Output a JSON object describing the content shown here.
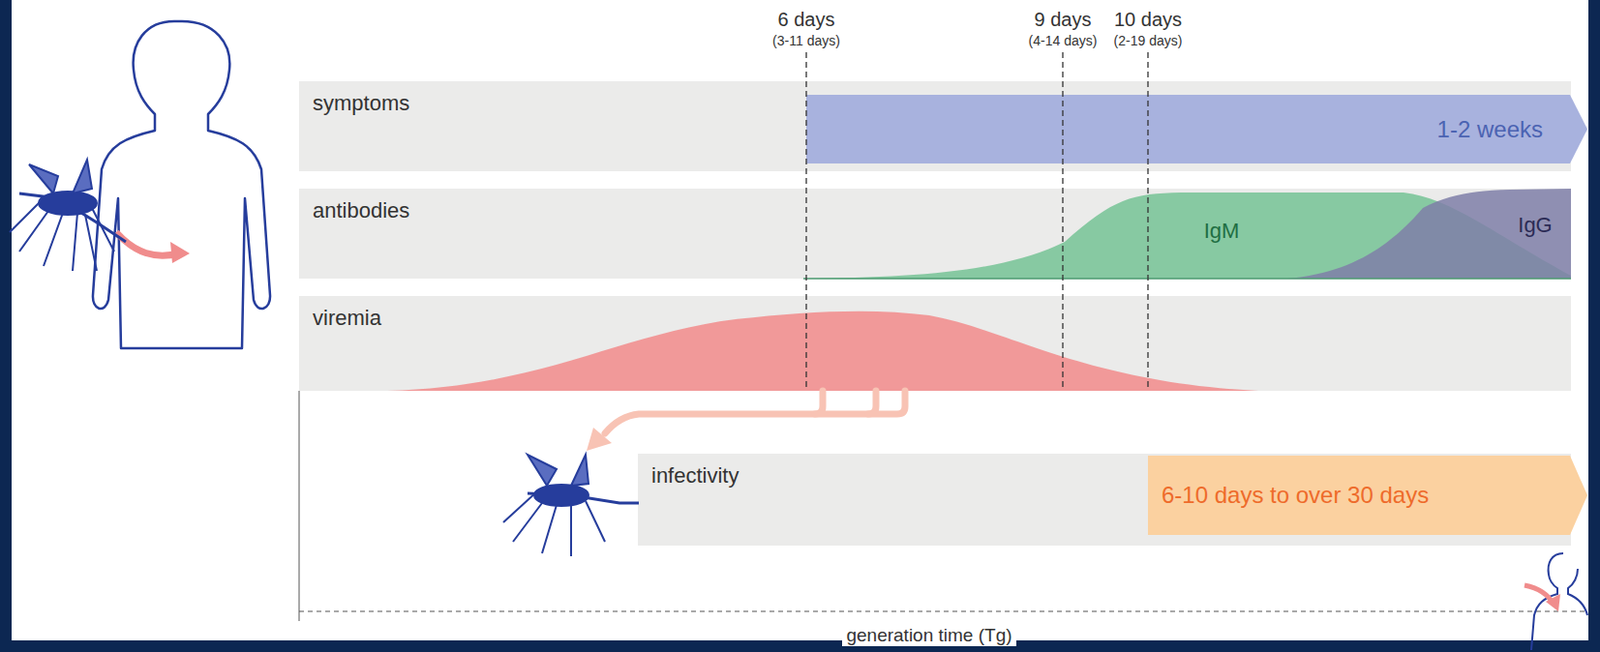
{
  "diagram": {
    "nodes": [
      {
        "text": [
          "symptoms"
        ]
      },
      {
        "text": [
          "1-2 weeks"
        ],
        "in": 0
      },
      {
        "text": [
          "antibodies"
        ]
      },
      {
        "text": [
          "viremia"
        ]
      },
      {
        "text": [
          "infectivity"
        ]
      },
      {
        "text": [
          "6-10 days to over 30 days"
        ],
        "in": 4
      }
    ],
    "labels": [
      "6 days",
      "(3-11 days)",
      "9 days",
      "(4-14 days)",
      "10 days",
      "(2-19 days)",
      "IgM",
      "IgG",
      "generation time (Tg)"
    ]
  }
}
